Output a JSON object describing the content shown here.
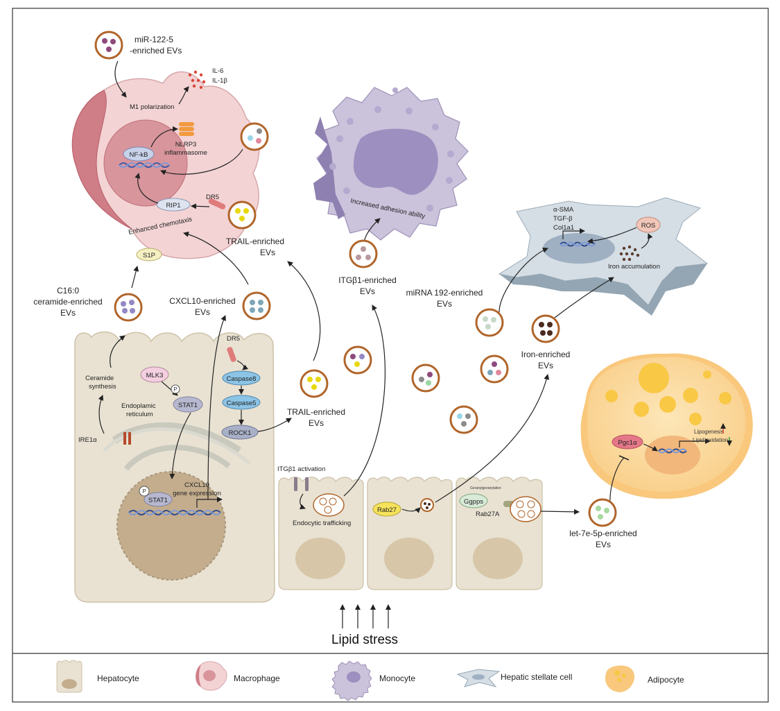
{
  "bottom_label": "Lipid stress",
  "ev_labels": {
    "mir122": [
      "miR-122-5",
      "-enriched EVs"
    ],
    "trail_top": [
      "TRAIL-enriched",
      "EVs"
    ],
    "c16": [
      "C16:0",
      "ceramide-enriched",
      "EVs"
    ],
    "cxcl10": [
      "CXCL10-enriched",
      "EVs"
    ],
    "itgb1": [
      "ITGβ1-enriched",
      "EVs"
    ],
    "mirna192": [
      "miRNA 192-enriched",
      "EVs"
    ],
    "iron": [
      "Iron-enriched",
      "EVs"
    ],
    "trail_mid": [
      "TRAIL-enriched",
      "EVs"
    ],
    "let7e": [
      "let-7e-5p-enriched",
      "EVs"
    ]
  },
  "macrophage": {
    "il6": "IL-6",
    "il1b": "IL-1β",
    "m1": "M1 polarization",
    "nfkb": "NF-kB",
    "nlrp3": [
      "NLRP3",
      "inflammasome"
    ],
    "rip1": "RIP1",
    "dr5": "DR5",
    "chemotaxis": "Enhanced chemotaxis",
    "s1p": "S1P"
  },
  "monocyte": {
    "adhesion": "Increased adhesion ability"
  },
  "stellate": {
    "markers": [
      "α-SMA",
      "TGF-β",
      "Col1a1"
    ],
    "ros": "ROS",
    "iron": "Iron accumulation"
  },
  "hepatocyte_main": {
    "ceramide": [
      "Ceramide",
      "synthesis"
    ],
    "mlk3": "MLK3",
    "p": "P",
    "stat1": "STAT1",
    "er": [
      "Endoplamic",
      "reticulum"
    ],
    "ire1a": "IRE1α",
    "dr5": "DR5",
    "caspase8": "Caspase8",
    "caspase5": "Caspase5",
    "rock1": "ROCK1",
    "cxcl10_expr": [
      "CXCL10",
      "gene expression"
    ]
  },
  "hepatocyte_small": {
    "itgb1_act": "ITGβ1 activation",
    "endocytic": "Endocytic trafficking",
    "rab27": "Rab27",
    "ggpps": "Ggpps",
    "geranyl": "Geranylgeranylation",
    "rab27a": "Rab27A"
  },
  "adipocyte": {
    "pgc1a": "Pgc1α",
    "lipogenesis": "Lipogenesis",
    "lipid_ox": "Lipid oxidation"
  },
  "legend": [
    {
      "label": "Hepatocyte"
    },
    {
      "label": "Macrophage"
    },
    {
      "label": "Monocyte"
    },
    {
      "label": "Hepatic stellate cell"
    },
    {
      "label": "Adipocyte"
    }
  ],
  "colors": {
    "ev_border": "#b0652a",
    "hepatocyte": "#e8e0cf",
    "macrophage": "#f2d2d3",
    "monocyte": "#c9c1d9",
    "stellate": "#d4dde3",
    "adipocyte": "#fbd79d"
  }
}
